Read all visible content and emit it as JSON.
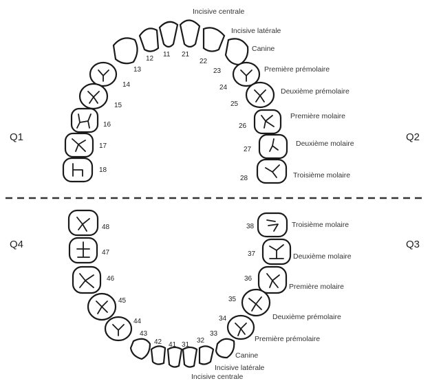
{
  "quadrants": {
    "q1": "Q1",
    "q2": "Q2",
    "q3": "Q3",
    "q4": "Q4"
  },
  "upper_numbers": [
    "11",
    "12",
    "13",
    "14",
    "15",
    "16",
    "17",
    "18",
    "21",
    "22",
    "23",
    "24",
    "25",
    "26",
    "27",
    "28"
  ],
  "lower_numbers": [
    "31",
    "32",
    "33",
    "34",
    "35",
    "36",
    "37",
    "38",
    "41",
    "42",
    "43",
    "44",
    "45",
    "46",
    "47",
    "48"
  ],
  "upper_labels": {
    "incisive_centrale": "Incisive centrale",
    "incisive_laterale": "Incisive latérale",
    "canine": "Canine",
    "premiere_premolaire": "Première prémolaire",
    "deuxieme_premolaire": "Deuxième prémolaire",
    "premiere_molaire": "Première molaire",
    "deuxieme_molaire": "Deuxième molaire",
    "troisieme_molaire": "Troisième molaire"
  },
  "lower_labels": {
    "troisieme_molaire": "Troisième molaire",
    "deuxieme_molaire": "Deuxième molaire",
    "premiere_molaire": "Première molaire",
    "deuxieme_premolaire": "Deuxième prémolaire",
    "premiere_premolaire": "Première prémolaire",
    "canine": "Canine",
    "incisive_laterale": "Incisive latérale",
    "incisive_centrale": "Incisive centrale"
  }
}
